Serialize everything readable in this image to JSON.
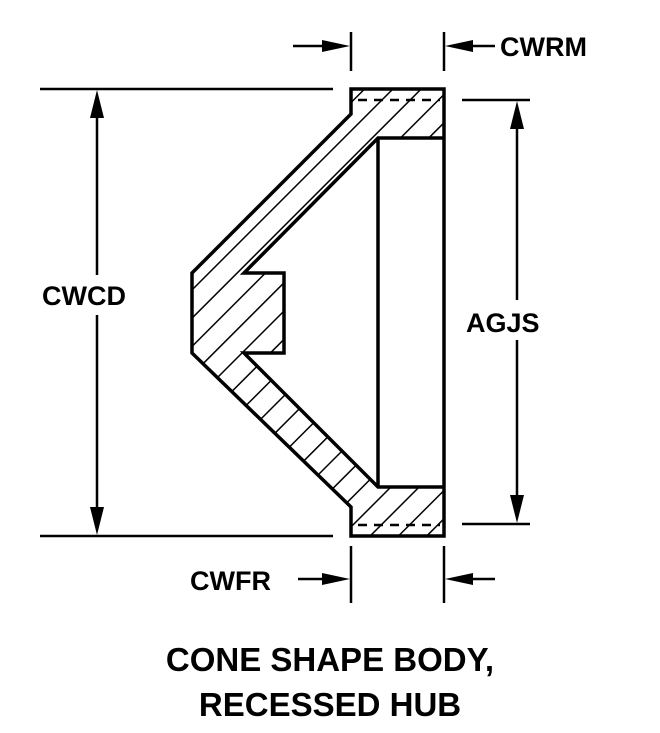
{
  "labels": {
    "top_thickness": "CWRM",
    "overall_diameter": "CWCD",
    "hub_diameter": "AGJS",
    "bottom_thickness": "CWFR"
  },
  "title": {
    "line1": "CONE SHAPE BODY,",
    "line2": "RECESSED HUB"
  }
}
